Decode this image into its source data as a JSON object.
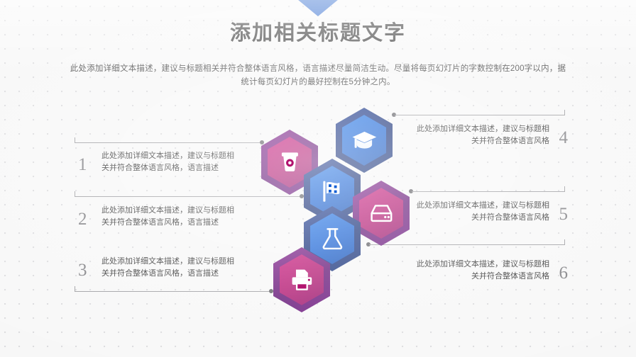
{
  "slide": {
    "title": "添加相关标题文字",
    "subtitle": "此处添加详细文本描述，建议与标题相关并符合整体语言风格，语言描述尽量简洁生动。尽量将每页幻灯片的字数控制在200字以内，据统计每页幻灯片的最好控制在5分钟之内。",
    "colors": {
      "background": "#f7f7f7",
      "blue_outer": "#17368f",
      "blue_inner": "#1560d4",
      "magenta_outer": "#7d1686",
      "magenta_inner": "#c8147a",
      "triangle": "#1658c8",
      "title_text": "#232323",
      "number_text": "#7a7a7e",
      "line": "#9a9a9e"
    }
  },
  "hexagons": [
    {
      "icon": "bucket-icon",
      "color": "magenta"
    },
    {
      "icon": "graduation-cap-icon",
      "color": "blue"
    },
    {
      "icon": "flag-icon",
      "color": "blue"
    },
    {
      "icon": "hard-drive-icon",
      "color": "magenta"
    },
    {
      "icon": "flask-icon",
      "color": "blue"
    },
    {
      "icon": "printer-icon",
      "color": "magenta"
    }
  ],
  "items_left": [
    {
      "number": "1",
      "text": "此处添加详细文本描述，建议与标题相关并符合整体语言风格，语言描述"
    },
    {
      "number": "2",
      "text": "此处添加详细文本描述，建议与标题相关并符合整体语言风格，语言描述"
    },
    {
      "number": "3",
      "text": "此处添加详细文本描述，建议与标题相关并符合整体语言风格，语言描述"
    }
  ],
  "items_right": [
    {
      "number": "4",
      "text": "此处添加详细文本描述，建议与标题相关并符合整体语言风格"
    },
    {
      "number": "5",
      "text": "此处添加详细文本描述，建议与标题相关并符合整体语言风格"
    },
    {
      "number": "6",
      "text": "此处添加详细文本描述，建议与标题相关并符合整体语言风格"
    }
  ]
}
